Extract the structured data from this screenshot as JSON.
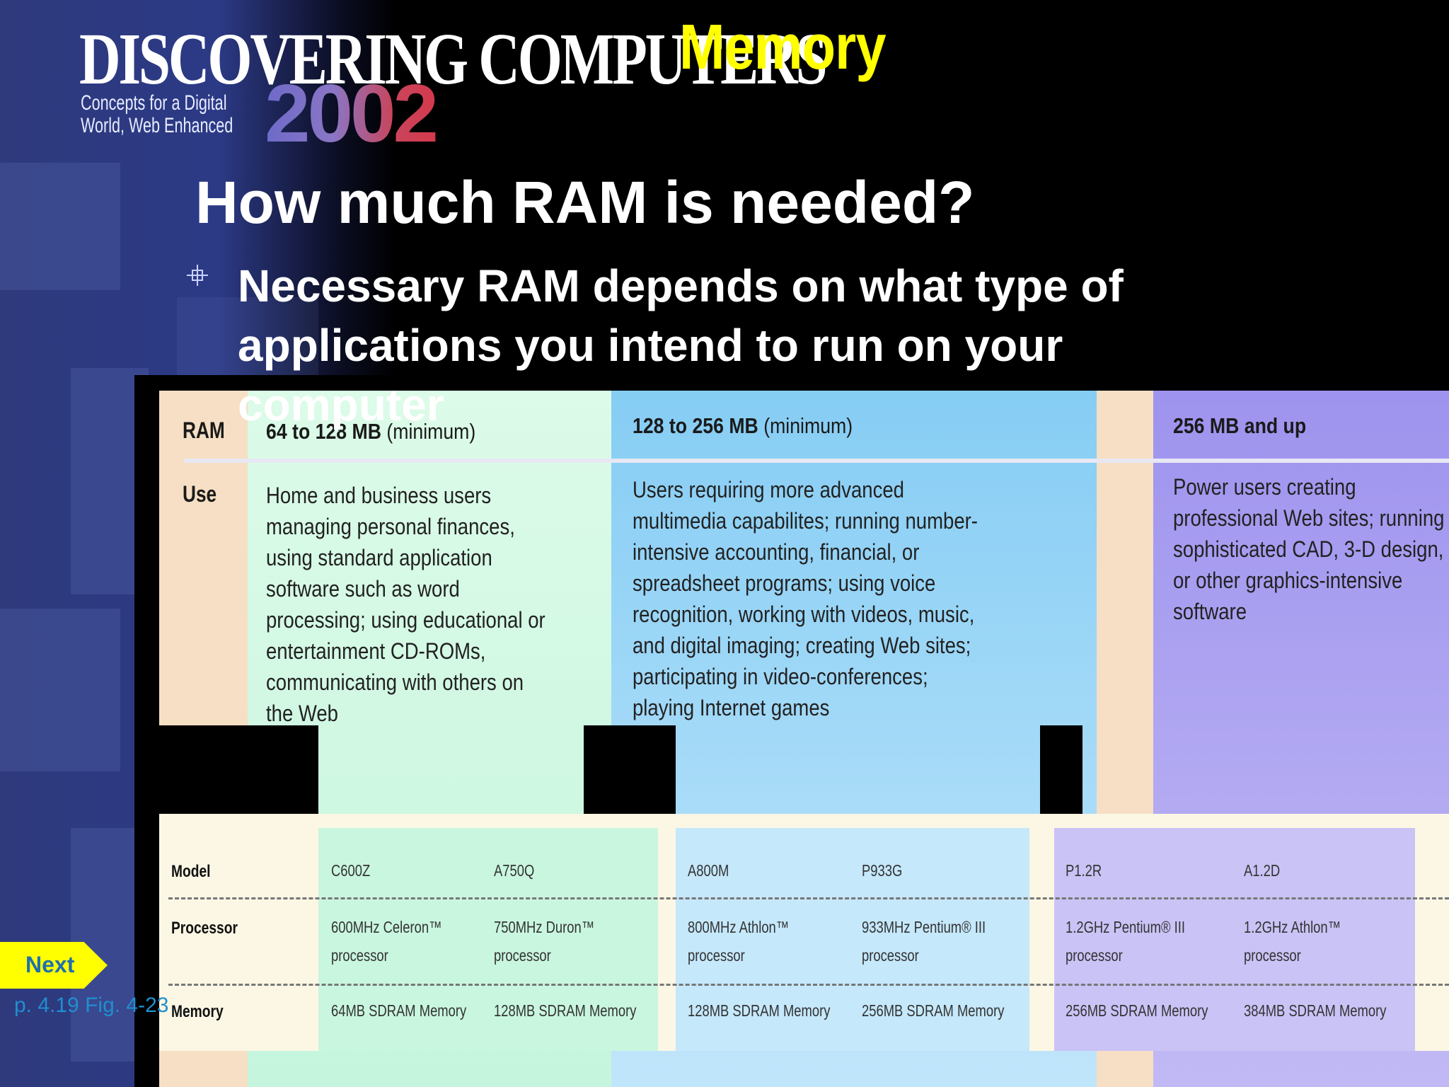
{
  "brand": {
    "title": "DISCOVERING COMPUTERS",
    "subtitle": "Concepts for a Digital\nWorld, Web Enhanced",
    "year": "2002"
  },
  "topic": "Memory",
  "slide": {
    "heading": "How much RAM is needed?",
    "bullet": "Necessary RAM depends on what type of applications you intend to run on your computer"
  },
  "figure": {
    "row_labels": {
      "ram": "RAM",
      "use": "Use"
    },
    "columns": [
      {
        "ram_bold": "64 to 128 MB",
        "ram_rest": " (minimum)",
        "use": "Home and business users managing personal finances, using standard application software such as word processing; using educational or entertainment CD-ROMs, communicating with others on the Web"
      },
      {
        "ram_bold": "128 to 256 MB",
        "ram_rest": " (minimum)",
        "use": "Users requiring more advanced multimedia capabilites; running number-intensive accounting, financial, or spreadsheet programs; using voice recognition, working with videos, music, and digital imaging; creating Web sites; participating in video-conferences; playing Internet games"
      },
      {
        "ram_bold": "256 MB and up",
        "ram_rest": "",
        "use": "Power users creating professional Web sites; running sophisticated CAD, 3-D design, or other graphics-intensive software"
      }
    ],
    "bottom_labels": {
      "model": "Model",
      "processor": "Processor",
      "memory": "Memory"
    },
    "models": [
      "C600Z",
      "A750Q",
      "A800M",
      "P933G",
      "P1.2R",
      "A1.2D"
    ],
    "processors": [
      [
        "600MHz Celeron™",
        "processor"
      ],
      [
        "750MHz Duron™",
        "processor"
      ],
      [
        "800MHz Athlon™",
        "processor"
      ],
      [
        "933MHz Pentium® III",
        "processor"
      ],
      [
        "1.2GHz Pentium® III",
        "processor"
      ],
      [
        "1.2GHz Athlon™",
        "processor"
      ]
    ],
    "memories": [
      "64MB SDRAM Memory",
      "128MB SDRAM Memory",
      "128MB SDRAM Memory",
      "256MB SDRAM Memory",
      "256MB SDRAM Memory",
      "384MB SDRAM Memory"
    ]
  },
  "nav": {
    "next_label": "Next",
    "page_ref": "p. 4.19 Fig. 4-23"
  },
  "colors": {
    "topic": "#ffff00",
    "next_bg": "#ffff00",
    "next_text": "#1f6fb0",
    "background_left": "#2c3a86"
  }
}
